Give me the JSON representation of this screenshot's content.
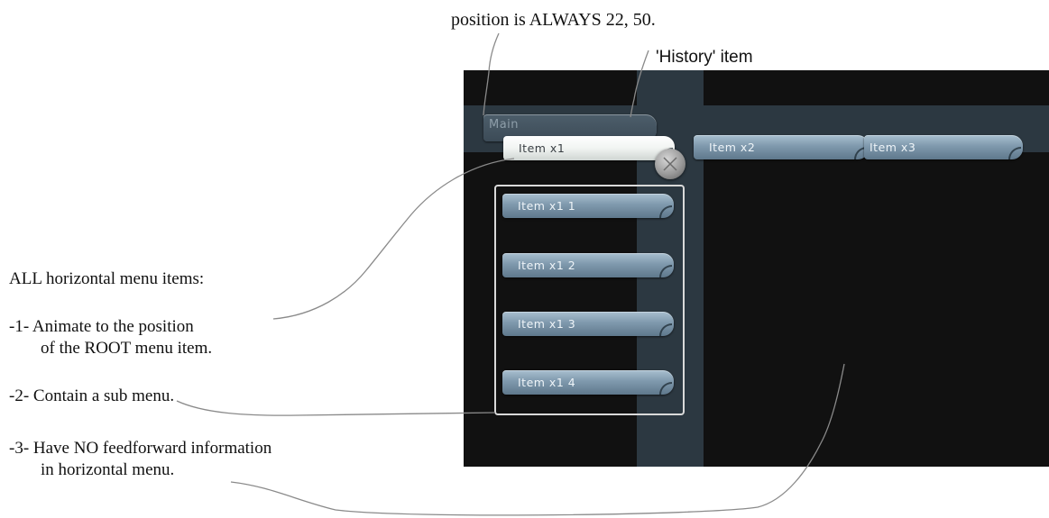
{
  "annotations": {
    "top_note": "position is ALWAYS 22, 50.",
    "history_note": "'History' item",
    "list_heading": "ALL horizontal menu items:",
    "point1_line1": "-1- Animate to the position",
    "point1_line2": "of the ROOT menu item.",
    "point2": "-2- Contain a sub menu.",
    "point3_line1": "-3- Have NO feedforward information",
    "point3_line2": "in horizontal menu."
  },
  "menu": {
    "history_item": "Main",
    "horizontal_items": [
      "Item x1",
      "Item x2",
      "Item x3"
    ],
    "sub_items": [
      "Item x1 1",
      "Item x1 2",
      "Item x1 3",
      "Item x1 4"
    ]
  },
  "colors": {
    "screen_background": "#111111",
    "band": "#2c3841",
    "pill_gradient_top": "#a8bfcf",
    "pill_gradient_bottom": "#5f788c",
    "active_pill": "#f1f4f2",
    "leader_lines": "#8a8a8a",
    "highlight_box": "#d9d9d9"
  },
  "icons": {
    "close_knob": "x-circle-icon",
    "pill_corner": "corner-tab-icon"
  }
}
